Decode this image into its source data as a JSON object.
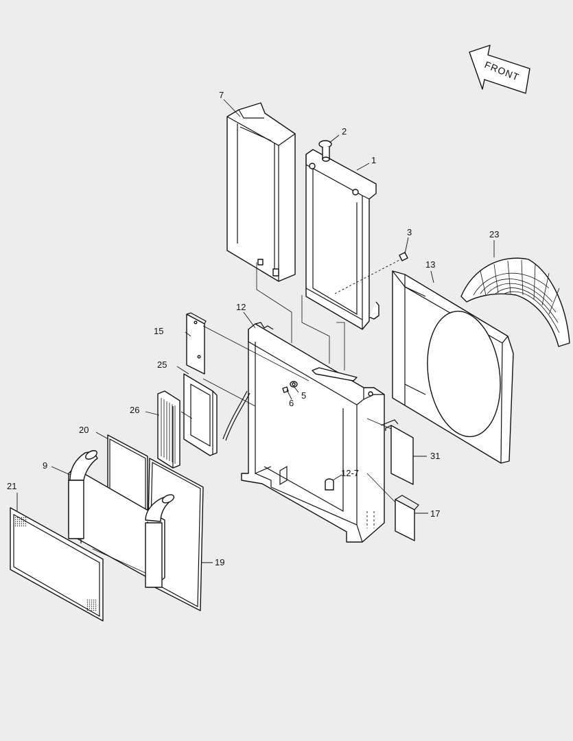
{
  "direction_label": "FRONT",
  "callouts": [
    {
      "id": "c1",
      "label": "1"
    },
    {
      "id": "c2",
      "label": "2"
    },
    {
      "id": "c3",
      "label": "3"
    },
    {
      "id": "c5",
      "label": "5"
    },
    {
      "id": "c6",
      "label": "6"
    },
    {
      "id": "c7",
      "label": "7"
    },
    {
      "id": "c9",
      "label": "9"
    },
    {
      "id": "c12",
      "label": "12"
    },
    {
      "id": "c12-7",
      "label": "12-7"
    },
    {
      "id": "c13",
      "label": "13"
    },
    {
      "id": "c15",
      "label": "15"
    },
    {
      "id": "c17",
      "label": "17"
    },
    {
      "id": "c19",
      "label": "19"
    },
    {
      "id": "c20",
      "label": "20"
    },
    {
      "id": "c21",
      "label": "21"
    },
    {
      "id": "c23",
      "label": "23"
    },
    {
      "id": "c25",
      "label": "25"
    },
    {
      "id": "c26",
      "label": "26"
    },
    {
      "id": "c31",
      "label": "31"
    }
  ]
}
